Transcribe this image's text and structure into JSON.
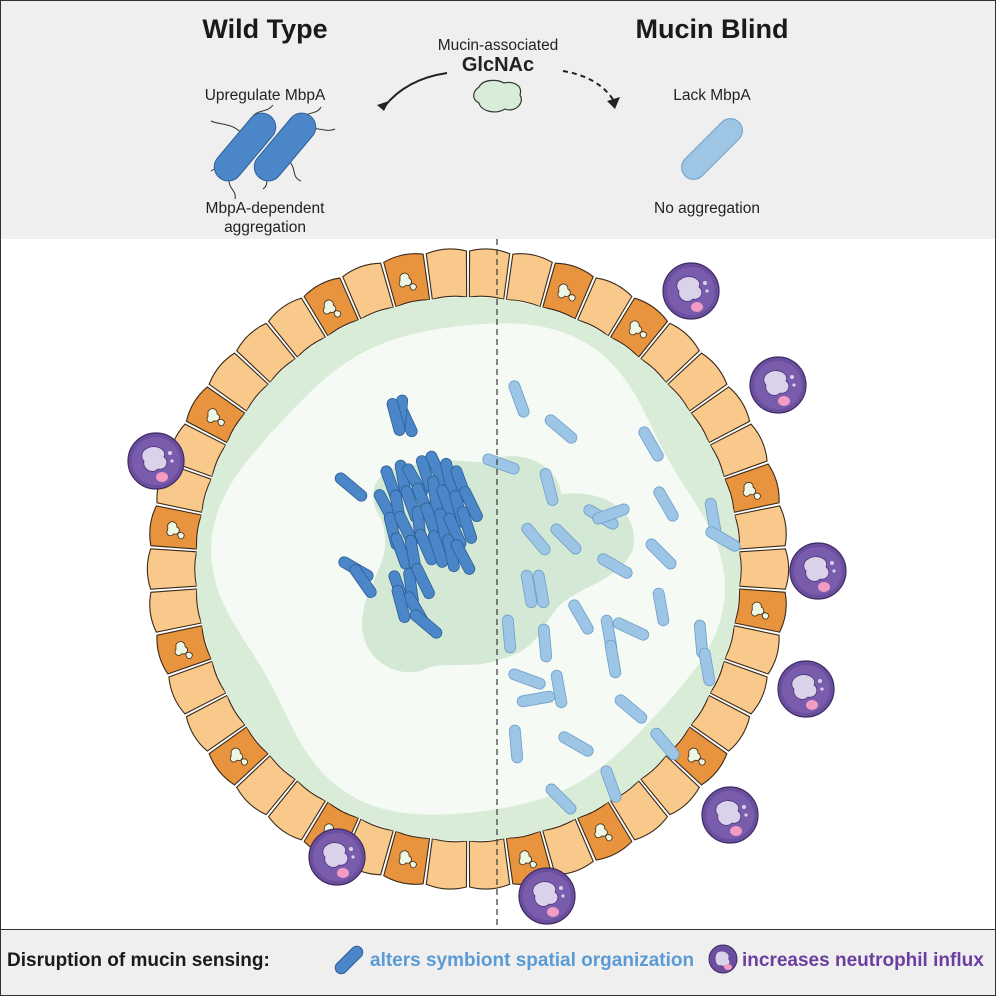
{
  "top": {
    "wild_type": {
      "title": "Wild Type",
      "label_top": "Upregulate MbpA",
      "label_bottom_1": "MbpA-dependent",
      "label_bottom_2": "aggregation"
    },
    "signal": {
      "label_1": "Mucin-associated",
      "label_2": "GlcNAc"
    },
    "mucin_blind": {
      "title": "Mucin Blind",
      "label_top": "Lack MbpA",
      "label_bottom": "No aggregation"
    }
  },
  "legend": {
    "title": "Disruption of mucin sensing:",
    "item_1": "alters symbiont spatial organization",
    "item_2": "increases neutrophil influx"
  },
  "colors": {
    "wild_type_bacterium": "#4a86c8",
    "mucin_blind_bacterium": "#9cc5e6",
    "epithelial_cell": "#f8c98a",
    "activated_cell": "#e8943e",
    "mucus": "#d8ecd8",
    "neutrophil": "#6b4e9e",
    "neutrophil_nucleus": "#d9d2ea",
    "legend_blue": "#5b9bd5",
    "legend_purple": "#6b3fa0",
    "glcnac": "#d8ecd8"
  }
}
